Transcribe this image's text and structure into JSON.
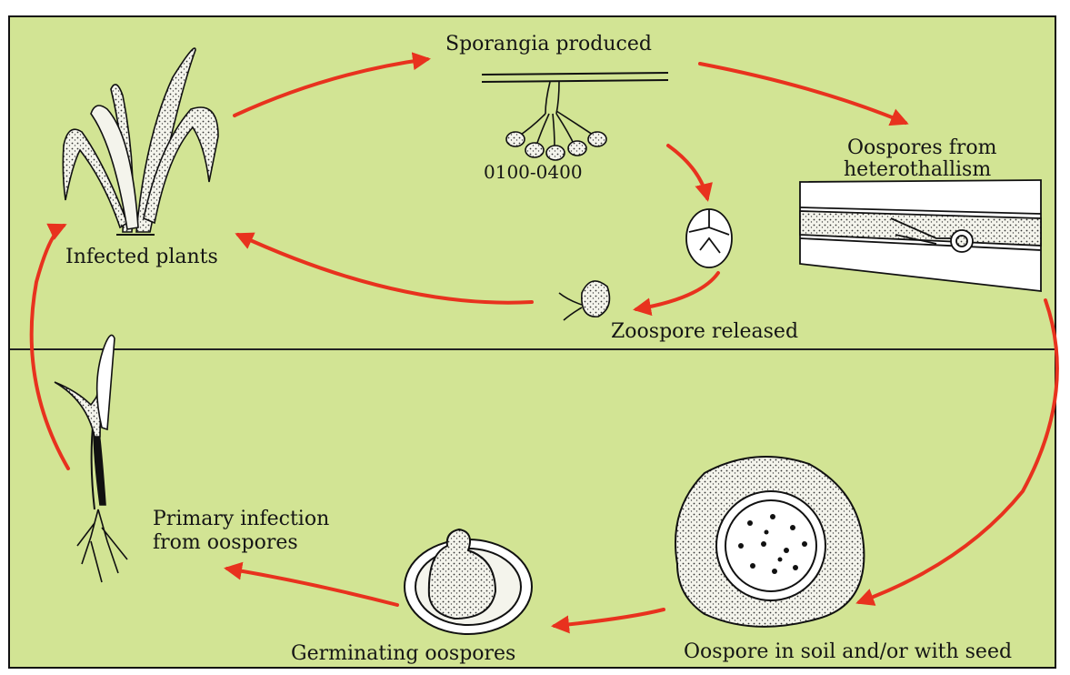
{
  "labels": {
    "sporangia": "Sporangia produced",
    "time": "0100-0400",
    "oospores_line1": "Oospores from",
    "oospores_line2": "heterothallism",
    "infected": "Infected plants",
    "zoospore": "Zoospore  released",
    "primary_line1": "Primary infection",
    "primary_line2": "from oospores",
    "germinating": "Germinating oospores",
    "soil": "Oospore in soil and/or with seed"
  },
  "colors": {
    "background": "#d2e494",
    "arrow": "#e8321e",
    "ink": "#151515"
  }
}
